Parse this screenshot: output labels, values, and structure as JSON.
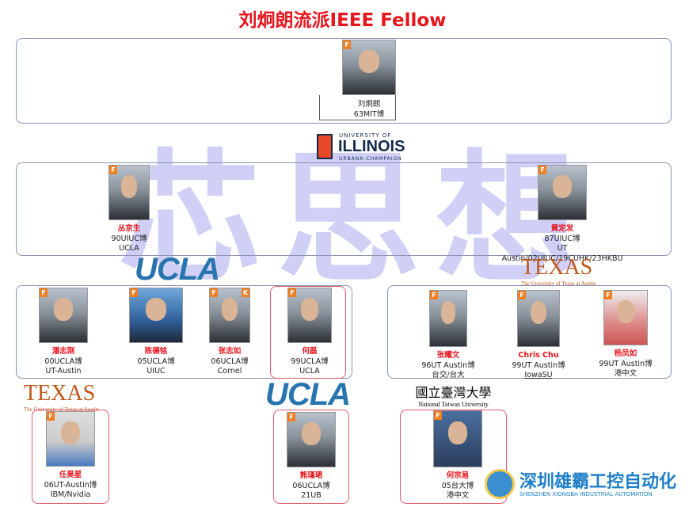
{
  "title": "刘炯朗流派IEEE Fellow",
  "watermark": "芯思想",
  "colors": {
    "name": "#e8141c",
    "ucla": "#2774ae",
    "texas": "#c0591c",
    "illinois": "#e84a27",
    "badge": "#f07f23"
  },
  "root": {
    "name": "刘炯朗",
    "line1": "63MIT博",
    "badge": "F"
  },
  "logos": {
    "illinois": {
      "line1": "UNIVERSITY OF",
      "line2": "ILLINOIS",
      "line3": "URBANA-CHAMPAIGN"
    },
    "ucla": "UCLA",
    "texas": {
      "main": "TEXAS",
      "sub": "The University of Texas at Austin"
    },
    "ntu": {
      "main": "國立臺灣大學",
      "sub": "National Taiwan University"
    },
    "company": {
      "main": "深圳雄霸工控自动化",
      "sub": "SHENZHEN XIONGBA INDUSTRIAL AUTOMATION"
    }
  },
  "level2": [
    {
      "name": "丛京生",
      "line1": "90UIUC博",
      "line2": "UCLA",
      "badge": "F"
    },
    {
      "name": "黄定发",
      "line1": "87UIUC博",
      "line2": "UT Austin/02UIUC/19CUHK/23HKBU",
      "badge": "F"
    }
  ],
  "ucla_group": [
    {
      "name": "潘志刚",
      "line1": "00UCLA博",
      "line2": "UT-Austin",
      "badge": "F"
    },
    {
      "name": "陈德铭",
      "line1": "05UCLA博",
      "line2": "UIUC",
      "badge": "F"
    },
    {
      "name": "张志如",
      "line1": "06UCLA博",
      "line2": "Cornel",
      "badge": "F",
      "badge2": "K"
    },
    {
      "name": "何磊",
      "line1": "99UCLA博",
      "line2": "UCLA",
      "badge": "F"
    }
  ],
  "texas_group": [
    {
      "name": "张耀文",
      "line1": "96UT Austin博",
      "line2": "台交/台大",
      "badge": "F"
    },
    {
      "name": "Chris Chu",
      "line1": "99UT Austin博",
      "line2": "IowaSU",
      "badge": "F"
    },
    {
      "name": "杨凤如",
      "line1": "99UT Austin博",
      "line2": "港中文",
      "badge": "F"
    }
  ],
  "level4": [
    {
      "name": "任昊星",
      "line1": "06UT-Austin博",
      "line2": "IBM/Nvidia",
      "badge": "F"
    },
    {
      "name": "熊瑾珺",
      "line1": "06UCLA博",
      "line2": "21UB",
      "badge": "F"
    },
    {
      "name": "何宗易",
      "line1": "05台大博",
      "line2": "港中文",
      "badge": "F"
    }
  ]
}
